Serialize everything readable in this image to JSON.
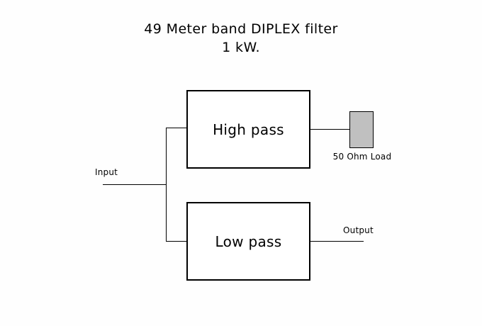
{
  "diagram": {
    "title": {
      "line1": "49 Meter band DIPLEX filter",
      "line2": "1 kW."
    },
    "blocks": [
      {
        "id": "high-pass",
        "label": "High pass"
      },
      {
        "id": "low-pass",
        "label": "Low pass"
      }
    ],
    "load": {
      "caption": "50 Ohm Load",
      "fill_color": "#c0c0c0",
      "border_color": "#000000"
    },
    "ports": {
      "input_label": "Input",
      "output_label": "Output"
    },
    "colors": {
      "background": "#fefefe",
      "stroke": "#000000",
      "box_fill": "#ffffff",
      "load_fill": "#c0c0c0"
    }
  }
}
